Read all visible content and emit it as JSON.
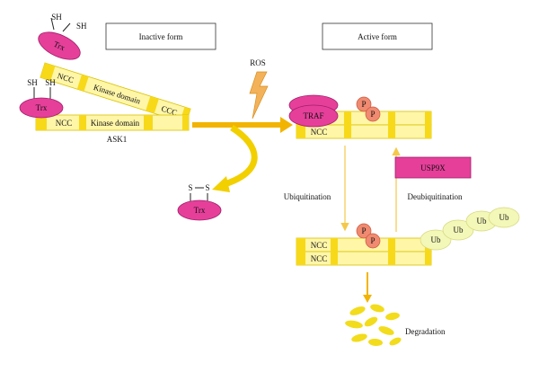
{
  "colors": {
    "domain_fill": "#fff6a8",
    "domain_stroke": "#d8c200",
    "segment_fill": "#f7d91a",
    "arrow_orange": "#f2b400",
    "arrow_light": "#f5c84a",
    "trx_fill": "#e63f9a",
    "trx_stroke": "#a01f6b",
    "phospho_fill": "#f08a70",
    "ub_fill": "#f3f7b8",
    "ros_fill": "#f3b25a",
    "degradation_fill": "#f2dc1c"
  },
  "labels": {
    "inactive_form": "Inactive form",
    "active_form": "Active form",
    "ros": "ROS",
    "ask1": "ASK1",
    "ubiquitination": "Ubiquitination",
    "deubiquitination": "Deubiquitination",
    "degradation": "Degradation"
  },
  "inactive": {
    "top": {
      "trx": "Trx",
      "sh1": "SH",
      "sh2": "SH",
      "ncc": "NCC",
      "kinase": "Kinase domain",
      "ccc": "CCC"
    },
    "bottom": {
      "trx": "Trx",
      "sh1": "SH",
      "sh2": "SH",
      "ncc": "NCC",
      "kinase": "Kinase domain"
    }
  },
  "oxidized_trx": {
    "s1": "S",
    "s2": "S",
    "trx": "Trx"
  },
  "active": {
    "traf": "TRAF",
    "ncc": "NCC",
    "p1": "P",
    "p2": "P"
  },
  "usp9x": "USP9X",
  "ubiquitinated": {
    "ncc1": "NCC",
    "ncc2": "NCC",
    "p1": "P",
    "p2": "P",
    "ub": [
      "Ub",
      "Ub",
      "Ub",
      "Ub"
    ]
  }
}
